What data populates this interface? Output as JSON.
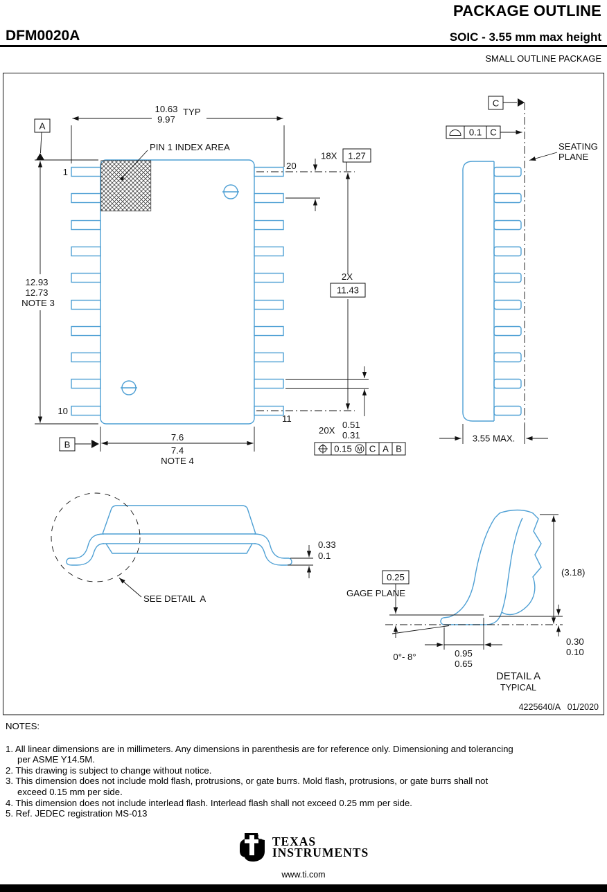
{
  "header": {
    "title": "PACKAGE OUTLINE",
    "part_number": "DFM0020A",
    "subtitle": "SOIC - 3.55 mm max height",
    "package_type": "SMALL OUTLINE PACKAGE"
  },
  "drawing": {
    "top_view": {
      "dim_width": {
        "max": "10.63",
        "min": "9.97",
        "qual": "TYP"
      },
      "pin1_index_label": "PIN 1 INDEX AREA",
      "pin_labels": {
        "p1": "1",
        "p10": "10",
        "p11": "11",
        "p20": "20"
      },
      "pitch": {
        "count": "18X",
        "value": "1.27"
      },
      "dim_length": {
        "max": "12.93",
        "min": "12.73",
        "note": "NOTE 3"
      },
      "span": {
        "count": "2X",
        "value": "11.43"
      },
      "dim_body": {
        "max": "7.6",
        "min": "7.4",
        "note": "NOTE 4"
      },
      "lead_width": {
        "count": "20X",
        "max": "0.51",
        "min": "0.31"
      },
      "fcf": {
        "tolerance": "0.15",
        "modifier": "M",
        "datum1": "C",
        "datum2": "A",
        "datum3": "B"
      },
      "datum_a": "A",
      "datum_b": "B"
    },
    "side_view": {
      "datum_c": "C",
      "parallelism": {
        "tolerance": "0.1",
        "datum": "C"
      },
      "seating_plane_line1": "SEATING",
      "seating_plane_line2": "PLANE",
      "height": "3.55 MAX."
    },
    "front_view": {
      "see_detail": "SEE DETAIL  A",
      "lead_thickness": {
        "max": "0.33",
        "min": "0.1"
      }
    },
    "detail_a": {
      "gage_offset": "0.25",
      "gage_plane_label": "GAGE PLANE",
      "ref_height": "(3.18)",
      "foot_thickness": {
        "max": "0.30",
        "min": "0.10"
      },
      "foot_length": {
        "max": "0.95",
        "min": "0.65"
      },
      "lead_angle": "0°- 8°",
      "title": "DETAIL A",
      "subtitle": "TYPICAL"
    },
    "doc_number": "4225640/A   01/2020"
  },
  "notes": {
    "heading": "NOTES:",
    "items": [
      [
        "1. All linear dimensions are in millimeters. Any dimensions in parenthesis are for reference only. Dimensioning and tolerancing",
        "per ASME Y14.5M."
      ],
      [
        "2. This drawing is subject to change without notice."
      ],
      [
        "3. This dimension does not include mold flash, protrusions, or gate burrs. Mold flash, protrusions, or gate burrs shall not",
        "exceed 0.15 mm per side."
      ],
      [
        "4. This dimension does not include interlead flash. Interlead flash shall not exceed 0.25 mm per side."
      ],
      [
        "5. Ref. JEDEC registration MS-013"
      ]
    ]
  },
  "footer": {
    "brand_line1": "TEXAS",
    "brand_line2": "INSTRUMENTS",
    "website": "www.ti.com"
  }
}
